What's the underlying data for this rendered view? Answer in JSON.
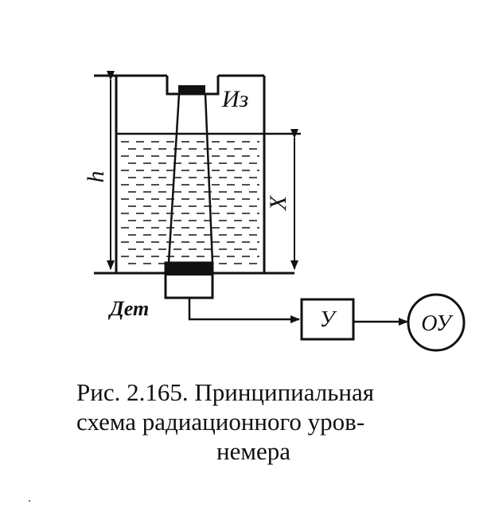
{
  "diagram": {
    "source_label": "Из",
    "detector_label": "Дет",
    "height_label": "h",
    "level_label": "X",
    "amplifier_label": "У",
    "actuator_label": "ОУ"
  },
  "caption": {
    "line1": "Рис. 2.165. Принципиальная",
    "line2": "схема радиационного уров-",
    "line3": "немера"
  }
}
